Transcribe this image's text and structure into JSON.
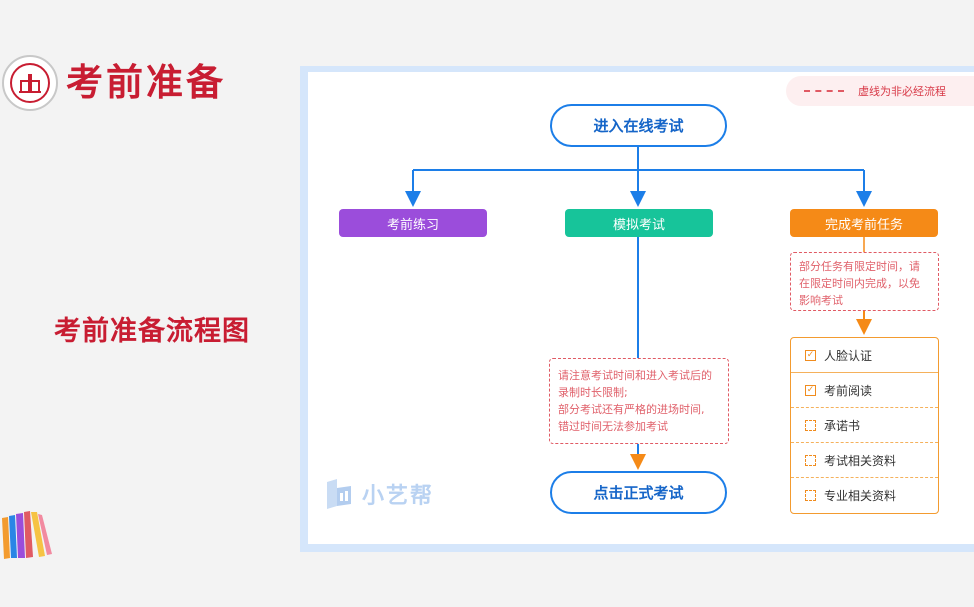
{
  "header": {
    "title": "考前准备"
  },
  "side": {
    "title": "考前准备流程图"
  },
  "legend": {
    "text": "虚线为非必经流程"
  },
  "flow": {
    "start": "进入在线考试",
    "branches": [
      {
        "label": "考前练习",
        "color": "#9b4ddb"
      },
      {
        "label": "模拟考试",
        "color": "#17c49a"
      },
      {
        "label": "完成考前任务",
        "color": "#f58a17"
      }
    ],
    "exam_note": [
      "请注意考试时间和进入考试后的",
      "录制时长限制;",
      "部分考试还有严格的进场时间,",
      "错过时间无法参加考试"
    ],
    "end": "点击正式考试",
    "task_note": [
      "部分任务有限定时间，请",
      "在限定时间内完成，以免",
      "影响考试"
    ],
    "tasks": [
      {
        "label": "人脸认证",
        "checked": true
      },
      {
        "label": "考前阅读",
        "checked": true
      },
      {
        "label": "承诺书",
        "checked": false
      },
      {
        "label": "考试相关资料",
        "checked": false
      },
      {
        "label": "专业相关资料",
        "checked": false
      }
    ]
  },
  "watermark": {
    "text": "小艺帮"
  },
  "colors": {
    "brand_red": "#c81d32",
    "flow_blue": "#1c7ee8",
    "note_red": "#e05a64",
    "task_orange": "#f58a17"
  }
}
